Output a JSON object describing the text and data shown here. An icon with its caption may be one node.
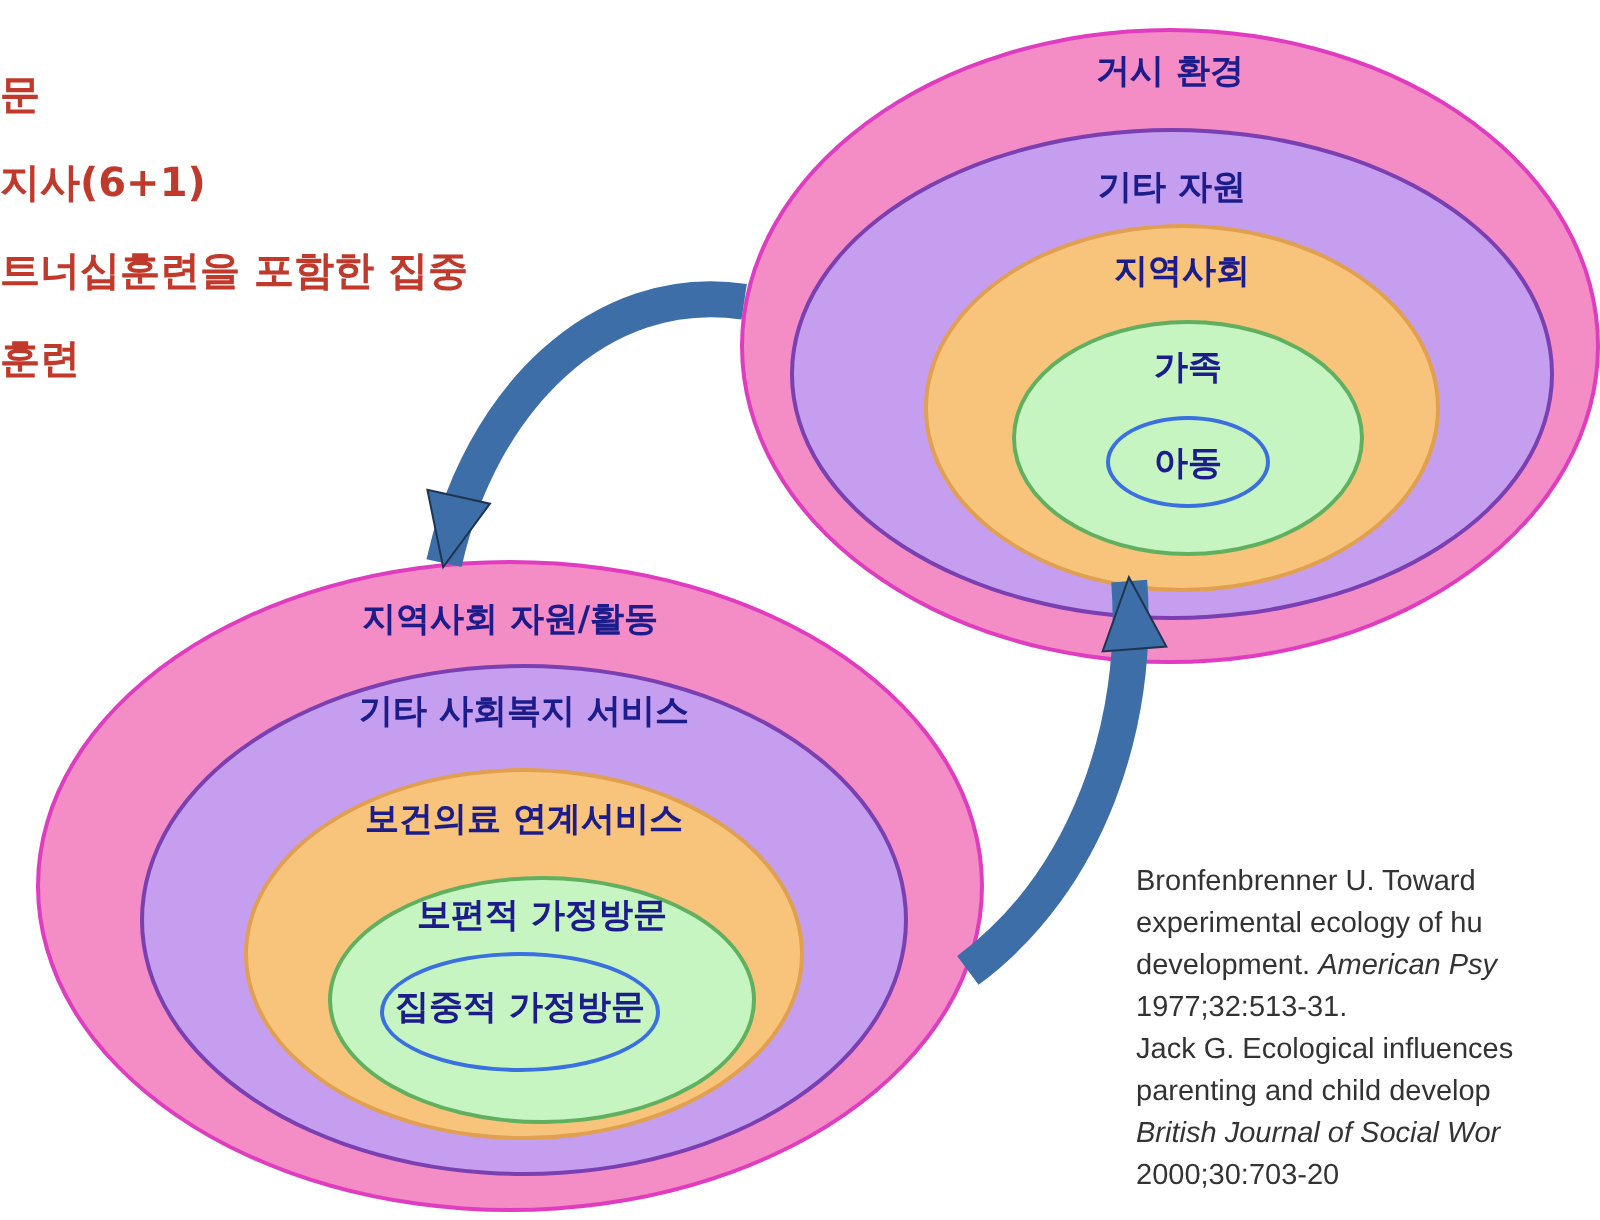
{
  "diagram": {
    "nodes": [
      {
        "text": [
          "거시 환경"
        ]
      },
      {
        "text": [
          "기타 자원"
        ],
        "in": 0
      },
      {
        "text": [
          "지역사회"
        ],
        "in": 1
      },
      {
        "text": [
          "가족"
        ],
        "in": 2
      },
      {
        "text": [
          "아동"
        ],
        "in": 3
      },
      {
        "text": [
          "지역사회 자원/활동"
        ]
      },
      {
        "text": [
          "기타 사회복지 서비스"
        ],
        "in": 5
      },
      {
        "text": [
          "보건의료 연계서비스"
        ],
        "in": 6
      },
      {
        "text": [
          "보편적 가정방문"
        ],
        "in": 7
      },
      {
        "text": [
          "집중적 가정방문"
        ],
        "in": 8
      }
    ],
    "edges": [
      {
        "from": 0,
        "to": 5,
        "arrow": "to"
      },
      {
        "from": 5,
        "to": 2,
        "arrow": "to"
      }
    ],
    "labels": [
      "문",
      "지사(6+1)",
      "트너십훈련을 포함한 집중",
      "훈련",
      "Bronfenbrenner U. Toward",
      "experimental ecology of hu",
      "development. *American Psy*",
      "1977;32:513-31.",
      "Jack G. Ecological influences",
      "parenting and child develop",
      "*British Journal of Social Wor*",
      "2000;30:703-20"
    ]
  }
}
